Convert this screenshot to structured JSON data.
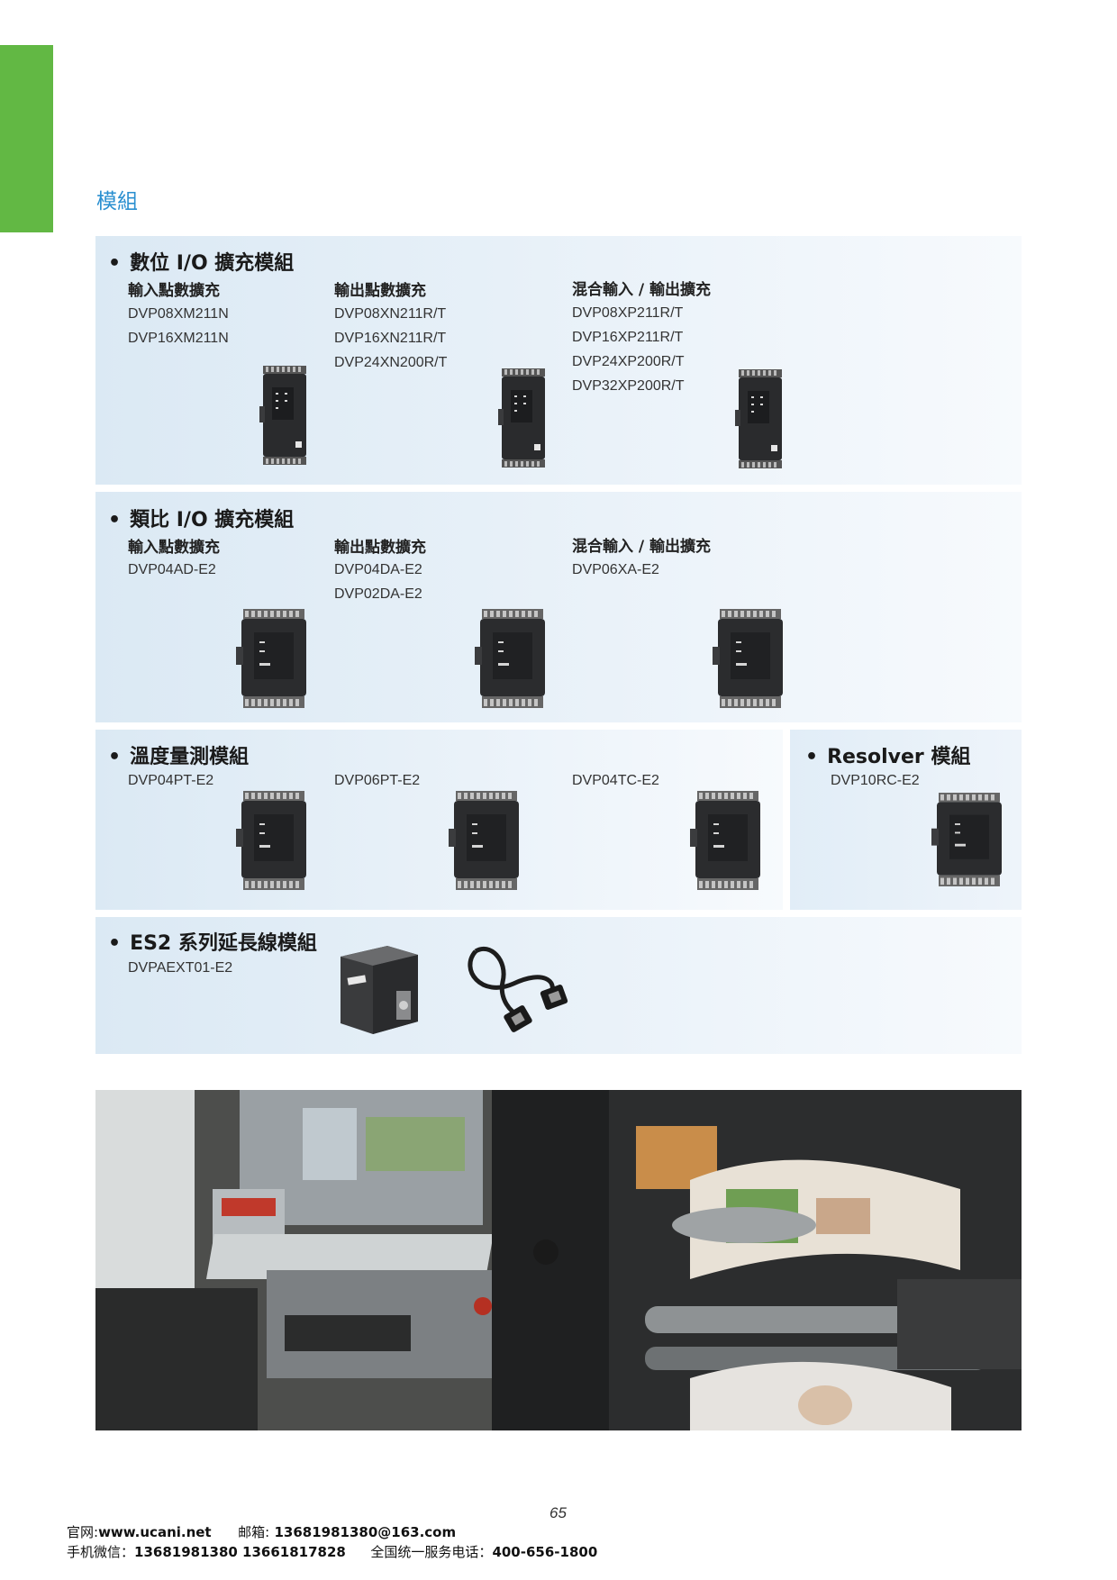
{
  "page_title": "模組",
  "sections": {
    "digital": {
      "title": "數位 I/O 擴充模組",
      "col1": {
        "heading": "輸入點數擴充",
        "models": [
          "DVP08XM211N",
          "DVP16XM211N"
        ]
      },
      "col2": {
        "heading": "輸出點數擴充",
        "models": [
          "DVP08XN211R/T",
          "DVP16XN211R/T",
          "DVP24XN200R/T"
        ]
      },
      "col3": {
        "heading": "混合輸入 / 輸出擴充",
        "models": [
          "DVP08XP211R/T",
          "DVP16XP211R/T",
          "DVP24XP200R/T",
          "DVP32XP200R/T"
        ]
      }
    },
    "analog": {
      "title": "類比 I/O 擴充模組",
      "col1": {
        "heading": "輸入點數擴充",
        "models": [
          "DVP04AD-E2"
        ]
      },
      "col2": {
        "heading": "輸出點數擴充",
        "models": [
          "DVP04DA-E2",
          "DVP02DA-E2"
        ]
      },
      "col3": {
        "heading": "混合輸入 / 輸出擴充",
        "models": [
          "DVP06XA-E2"
        ]
      }
    },
    "temperature": {
      "title": "溫度量測模組",
      "models": [
        "DVP04PT-E2",
        "DVP06PT-E2",
        "DVP04TC-E2"
      ]
    },
    "resolver": {
      "title": "Resolver 模組",
      "models": [
        "DVP10RC-E2"
      ]
    },
    "extension": {
      "title": "ES2 系列延長線模組",
      "models": [
        "DVPAEXT01-E2"
      ]
    }
  },
  "page_number": "65",
  "footer": {
    "line1_label1": "官网:",
    "line1_value1": "www.ucani.net",
    "line1_label2": "邮箱:",
    "line1_value2": " 13681981380@163.com",
    "line2_label1": "手机微信：",
    "line2_value1": "13681981380  13661817828",
    "line2_label2": "全国统一服务电话：",
    "line2_value2": "400-656-1800"
  },
  "colors": {
    "accent_green": "#62b844",
    "title_blue": "#2a8fd0",
    "panel": "#dbe9f4"
  }
}
